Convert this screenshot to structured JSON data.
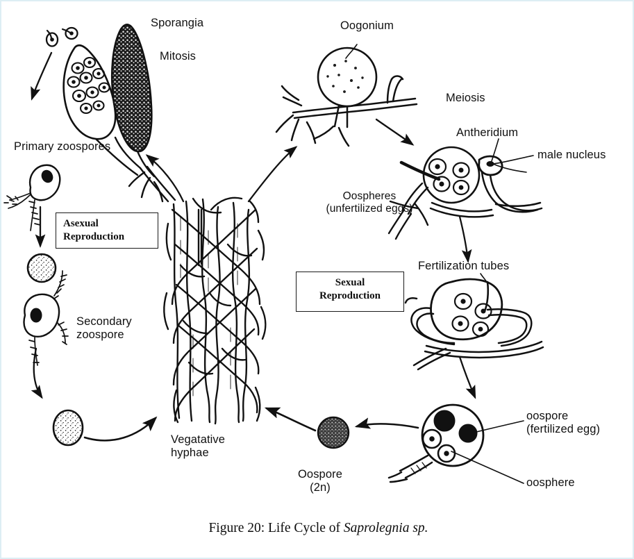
{
  "figure": {
    "caption_prefix": "Figure 20: Life Cycle of ",
    "caption_species": "Saprolegnia sp.",
    "organism": "Saprolegnia sp.",
    "figure_number": "Figure 20",
    "background_color": "#ffffff",
    "ink_color": "#111111",
    "border_color": "#ddeef4"
  },
  "boxes": {
    "asexual": "Asexual\nReproduction",
    "sexual": "Sexual\nReproduction"
  },
  "labels": {
    "sporangia": "Sporangia",
    "mitosis": "Mitosis",
    "primary_zoospores": "Primary zoospores",
    "secondary_zoospore": "Secondary\nzoospore",
    "vegetative_hyphae": "Vegatative\nhyphae",
    "oogonium": "Oogonium",
    "meiosis": "Meiosis",
    "antheridium": "Antheridium",
    "male_nucleus": "male nucleus",
    "oospheres_unfertilized": "Oospheres\n(unfertilized eggs)",
    "fertilization_tubes": "Fertilization tubes",
    "oospore_fertilized": "oospore\n(fertilized egg)",
    "oosphere": "oosphere",
    "oospore_2n": "Oospore\n(2n)"
  },
  "chart_data": {
    "type": "diagram",
    "title": "Figure 20: Life Cycle of Saprolegnia sp.",
    "diagram_kind": "biological life cycle",
    "stages": [
      {
        "id": "vegetative-hyphae",
        "label": "Vegatative hyphae",
        "phase": "both",
        "ploidy": "2n"
      },
      {
        "id": "sporangia",
        "label": "Sporangia",
        "phase": "asexual",
        "process": "Mitosis"
      },
      {
        "id": "primary-zoospores",
        "label": "Primary zoospores",
        "phase": "asexual"
      },
      {
        "id": "primary-cyst",
        "label": "Primary cyst",
        "phase": "asexual"
      },
      {
        "id": "secondary-zoospore",
        "label": "Secondary zoospore",
        "phase": "asexual"
      },
      {
        "id": "secondary-cyst",
        "label": "Secondary cyst",
        "phase": "asexual"
      },
      {
        "id": "oogonium",
        "label": "Oogonium",
        "phase": "sexual",
        "process": "Meiosis"
      },
      {
        "id": "oospheres",
        "label": "Oospheres (unfertilized eggs)",
        "phase": "sexual",
        "count": 4
      },
      {
        "id": "antheridium",
        "label": "Antheridium",
        "phase": "sexual",
        "contains": "male nucleus"
      },
      {
        "id": "fertilization-tubes",
        "label": "Fertilization tubes",
        "phase": "sexual"
      },
      {
        "id": "oospore",
        "label": "oospore (fertilized egg)",
        "phase": "sexual",
        "ploidy": "2n"
      },
      {
        "id": "oospore-2n",
        "label": "Oospore (2n)",
        "phase": "sexual",
        "ploidy": "2n"
      }
    ],
    "flow": [
      {
        "from": "vegetative-hyphae",
        "to": "sporangia",
        "via": "Mitosis"
      },
      {
        "from": "sporangia",
        "to": "primary-zoospores"
      },
      {
        "from": "primary-zoospores",
        "to": "primary-cyst"
      },
      {
        "from": "primary-cyst",
        "to": "secondary-zoospore"
      },
      {
        "from": "secondary-zoospore",
        "to": "secondary-cyst"
      },
      {
        "from": "secondary-cyst",
        "to": "vegetative-hyphae"
      },
      {
        "from": "vegetative-hyphae",
        "to": "oogonium"
      },
      {
        "from": "oogonium",
        "to": "antheridium",
        "via": "Meiosis"
      },
      {
        "from": "antheridium",
        "to": "fertilization-tubes"
      },
      {
        "from": "fertilization-tubes",
        "to": "oospore"
      },
      {
        "from": "oospore",
        "to": "oospore-2n"
      },
      {
        "from": "oospore-2n",
        "to": "vegetative-hyphae"
      }
    ],
    "cycles": [
      "Asexual Reproduction",
      "Sexual Reproduction"
    ]
  }
}
